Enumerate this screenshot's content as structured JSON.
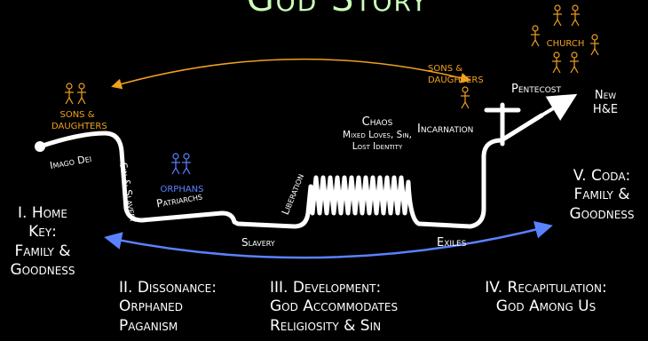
{
  "title": "God Story",
  "sections": {
    "s1": [
      "I. Home",
      "Key:",
      "Family &",
      "Goodness"
    ],
    "s2": [
      "II. Dissonance:",
      "Orphaned",
      "Paganism"
    ],
    "s3": [
      "III. Development:",
      "God Accommodates",
      "Religiosity & Sin"
    ],
    "s4": [
      "IV. Recapitulation:",
      "God Among Us"
    ],
    "s5": [
      "V. Coda:",
      "Family &",
      "Goodness"
    ]
  },
  "path_labels": {
    "imago_dei": "Imago Dei",
    "sin_slavery": "Sin & Slavery",
    "patriarchs": "Patriarchs",
    "slavery": "Slavery",
    "liberation": "Liberation",
    "chaos": "Chaos",
    "chaos_sub": [
      "Mixed Loves, Sin,",
      "Lost Identity"
    ],
    "incarnation": "Incarnation",
    "exiles": "Exiles",
    "pentecost": "Pentecost",
    "new_he": [
      "New",
      "H&E"
    ]
  },
  "figures": {
    "sons_daughters_left": [
      "SONS &",
      "DAUGHTERS"
    ],
    "sons_daughters_right": [
      "SONS &",
      "DAUGHTERS"
    ],
    "orphans": "ORPHANS",
    "church": "CHURCH"
  },
  "colors": {
    "family": "#f0a020",
    "orphans": "#5a82ff",
    "path": "#ffffff",
    "title": "#ccffbb"
  }
}
